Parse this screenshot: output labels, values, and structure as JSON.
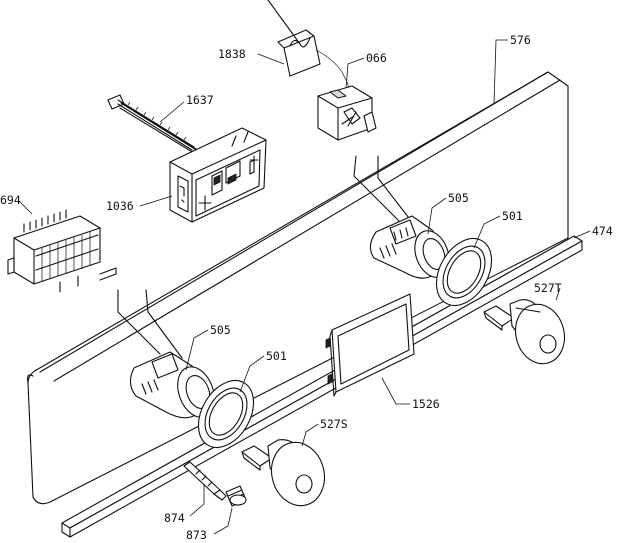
{
  "labels": {
    "p576": "576",
    "p1838": "1838",
    "p066": "066",
    "p1637": "1637",
    "p1036": "1036",
    "p694": "694",
    "p505a": "505",
    "p501a": "501",
    "p474": "474",
    "p527T": "527T",
    "p505b": "505",
    "p501b": "501",
    "p1526": "1526",
    "p527S": "527S",
    "p874": "874",
    "p873": "873"
  },
  "colors": {
    "line": "#111111",
    "background": "#ffffff",
    "shade": "#d9d9d9"
  }
}
